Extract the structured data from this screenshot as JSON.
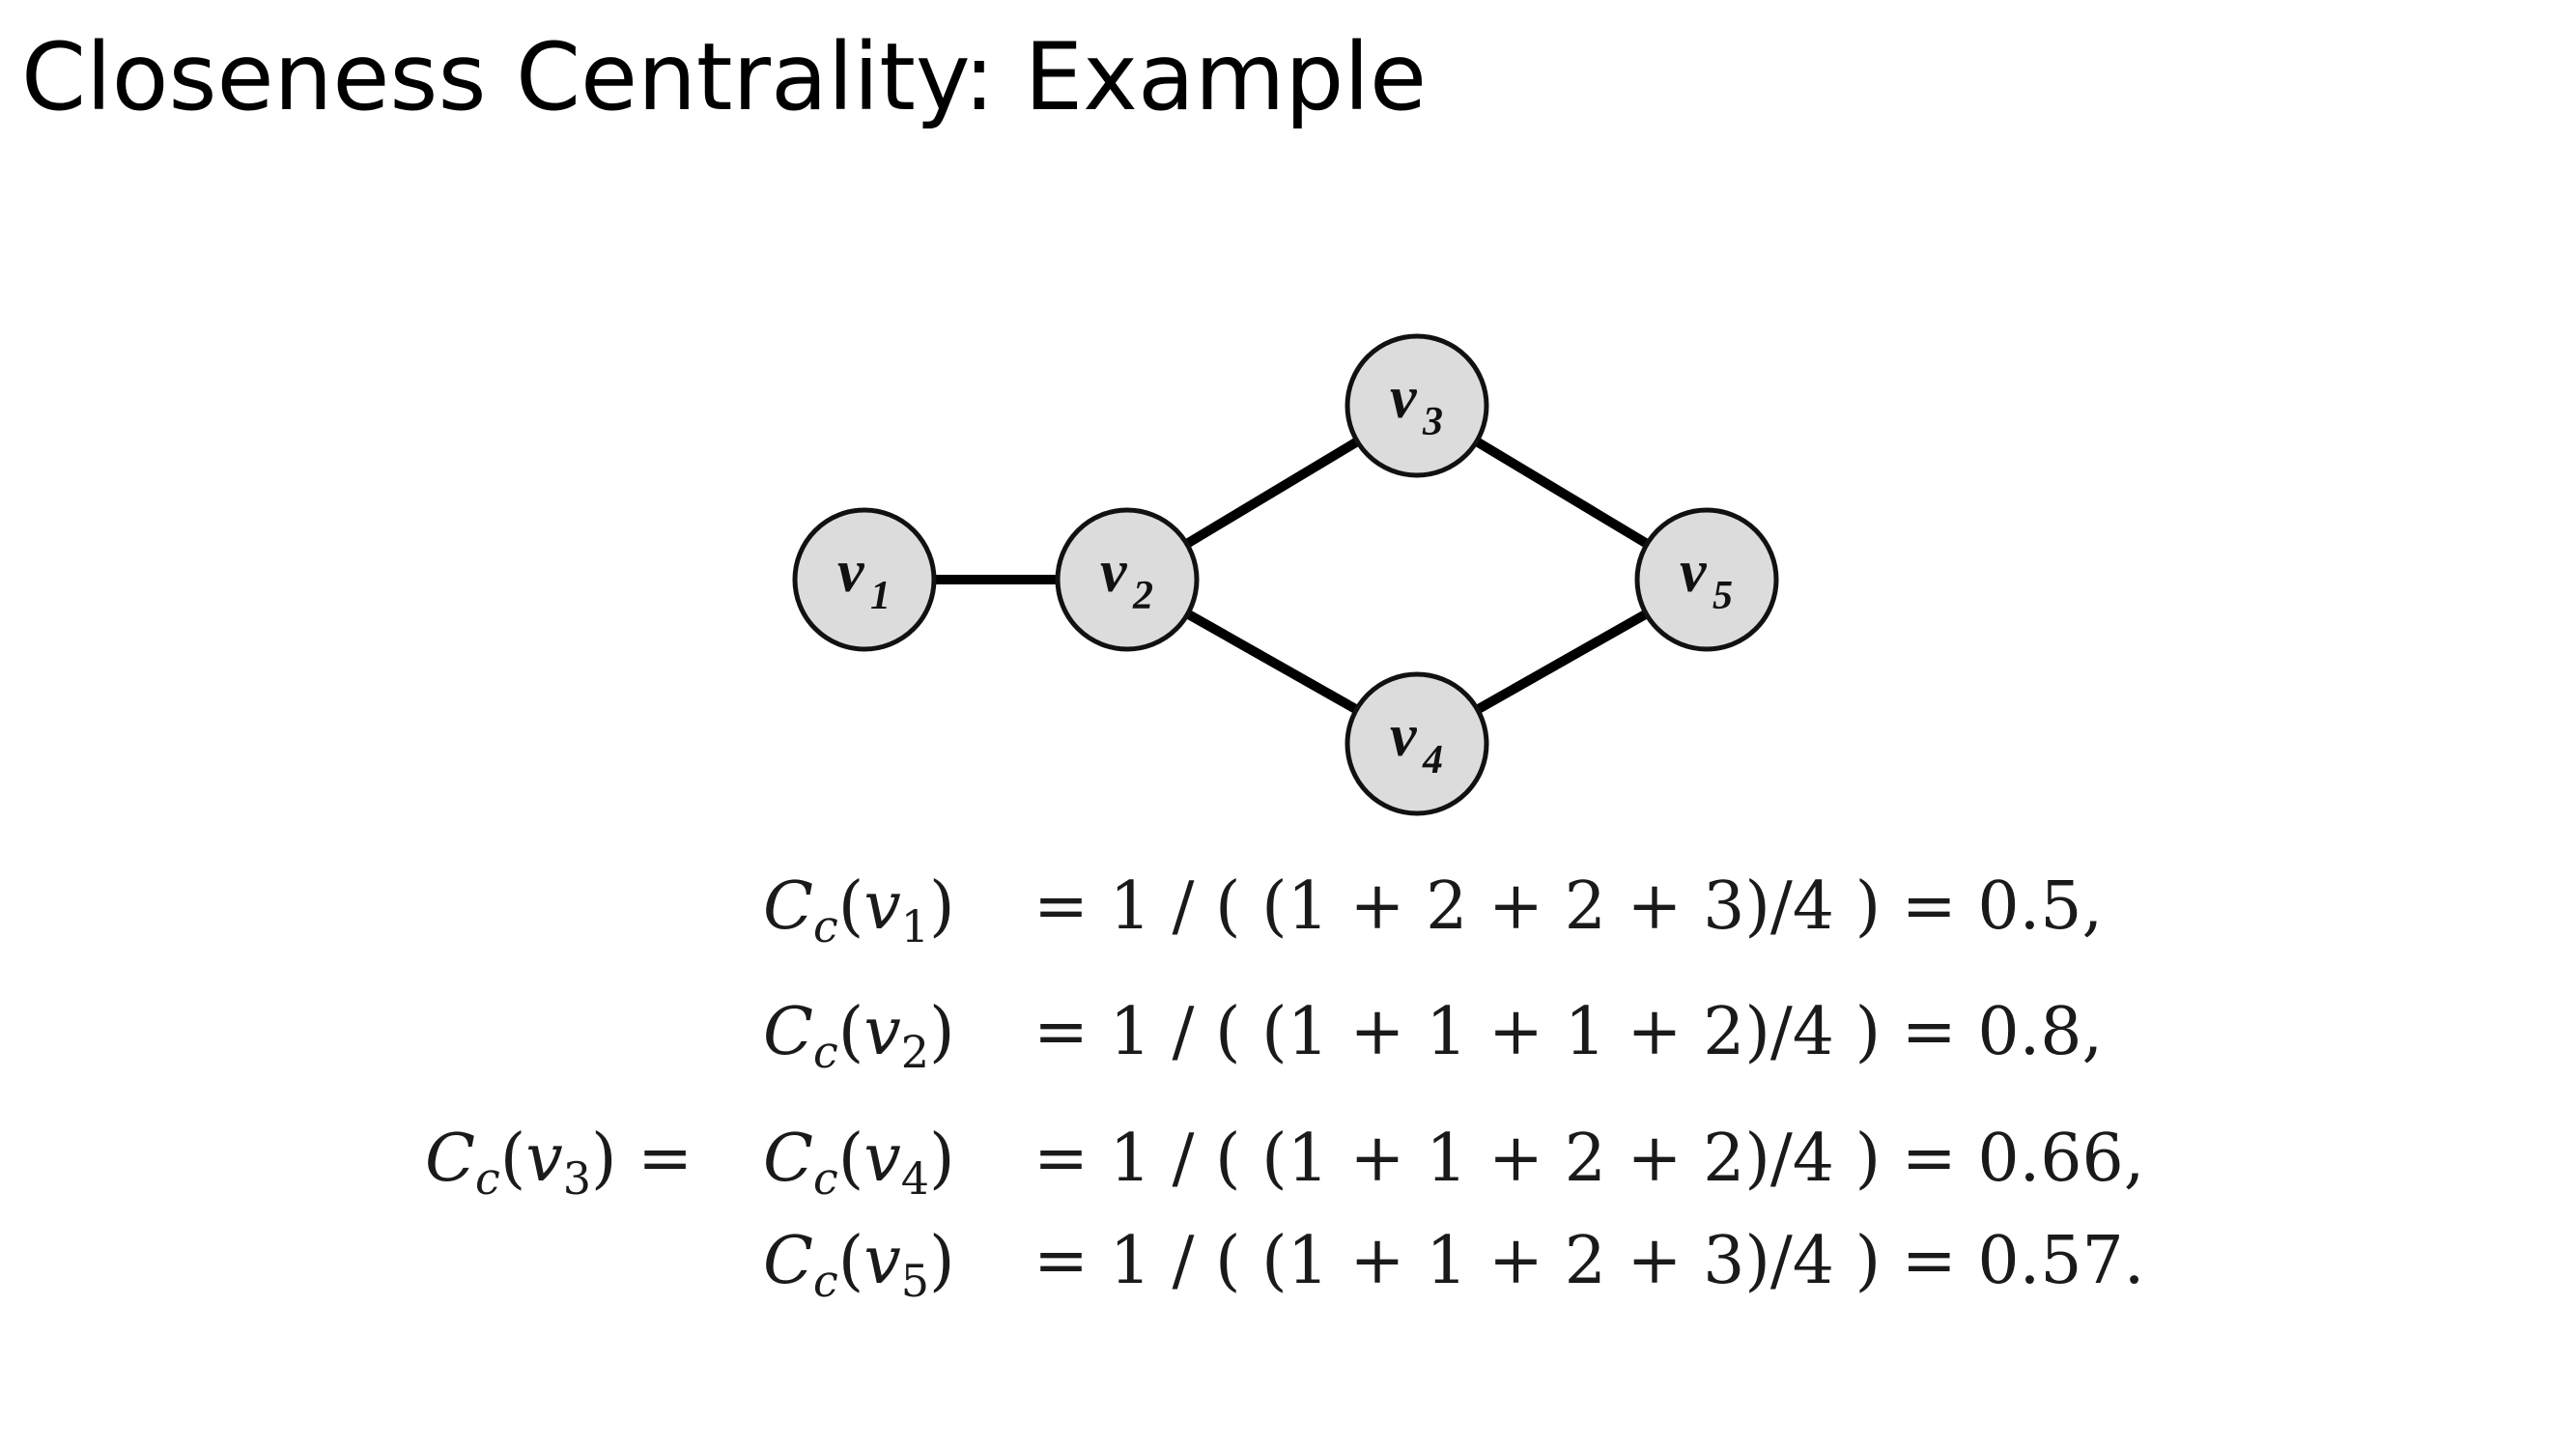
{
  "slide": {
    "title": "Closeness Centrality: Example"
  },
  "graph": {
    "nodes": [
      {
        "id": "v1",
        "letter": "v",
        "sub": "1"
      },
      {
        "id": "v2",
        "letter": "v",
        "sub": "2"
      },
      {
        "id": "v3",
        "letter": "v",
        "sub": "3"
      },
      {
        "id": "v4",
        "letter": "v",
        "sub": "4"
      },
      {
        "id": "v5",
        "letter": "v",
        "sub": "5"
      }
    ],
    "edges": [
      {
        "from": "v1",
        "to": "v2"
      },
      {
        "from": "v2",
        "to": "v3"
      },
      {
        "from": "v2",
        "to": "v4"
      },
      {
        "from": "v3",
        "to": "v5"
      },
      {
        "from": "v4",
        "to": "v5"
      }
    ],
    "colors": {
      "node_fill": "#dcdcdc",
      "node_stroke": "#111111",
      "edge": "#000000"
    }
  },
  "equations": {
    "prefix": {
      "symbol": "C",
      "sub": "c",
      "arg_var": "v",
      "arg_sub": "3",
      "suffix": ") ="
    },
    "rows": [
      {
        "symbol": "C",
        "sub": "c",
        "arg_var": "v",
        "arg_sub": "1",
        "rhs": "= 1 / ( (1 + 2 + 2 + 3)/4 ) = 0.5,"
      },
      {
        "symbol": "C",
        "sub": "c",
        "arg_var": "v",
        "arg_sub": "2",
        "rhs": "= 1 / ( (1 + 1 + 1 + 2)/4 ) = 0.8,"
      },
      {
        "symbol": "C",
        "sub": "c",
        "arg_var": "v",
        "arg_sub": "4",
        "rhs": "= 1 / ( (1 + 1 + 2 + 2)/4 ) = 0.66,"
      },
      {
        "symbol": "C",
        "sub": "c",
        "arg_var": "v",
        "arg_sub": "5",
        "rhs": "= 1 / ( (1 + 1 + 2 + 3)/4 ) = 0.57."
      }
    ]
  }
}
